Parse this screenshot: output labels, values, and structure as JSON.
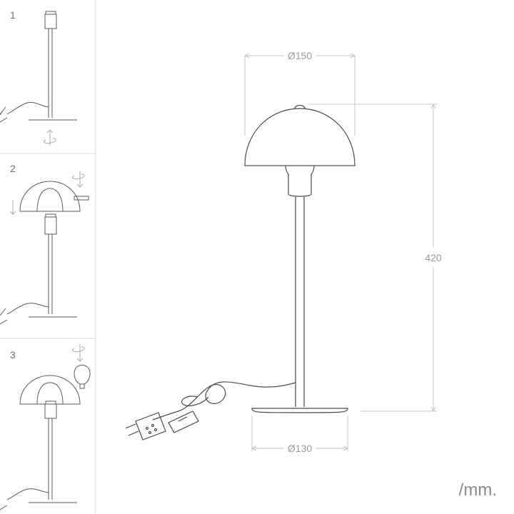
{
  "steps": [
    {
      "number": "1"
    },
    {
      "number": "2"
    },
    {
      "number": "3"
    }
  ],
  "dimensions": {
    "shade_diameter": "Ø150",
    "height": "420",
    "base_diameter": "Ø130"
  },
  "unit": "/mm."
}
